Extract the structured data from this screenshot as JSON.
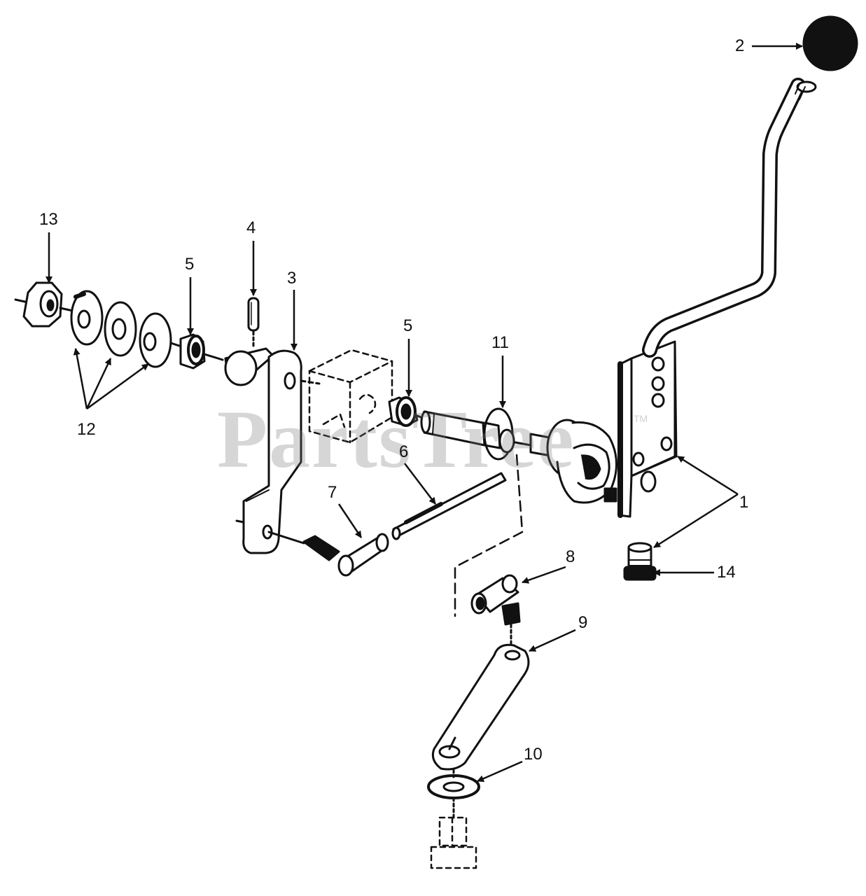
{
  "diagram": {
    "watermark": "PartsTree",
    "watermark_tm": "TM",
    "callouts": {
      "c1": "1",
      "c2": "2",
      "c3": "3",
      "c4": "4",
      "c5a": "5",
      "c5b": "5",
      "c6": "6",
      "c7": "7",
      "c8": "8",
      "c9": "9",
      "c10": "10",
      "c11": "11",
      "c12": "12",
      "c13": "13",
      "c14": "14"
    }
  }
}
